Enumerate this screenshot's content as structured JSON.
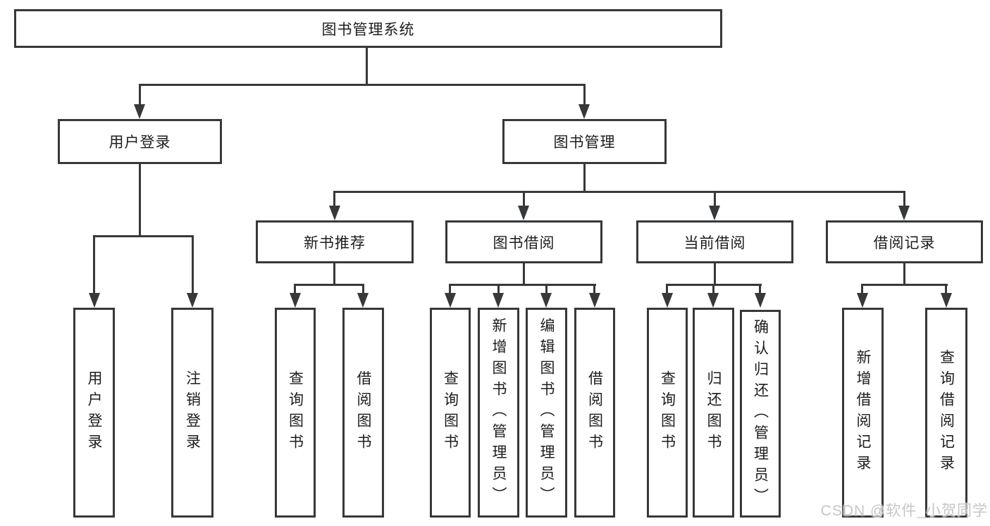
{
  "tree": {
    "root": {
      "label": "图书管理系统"
    },
    "branches": [
      {
        "label": "用户登录",
        "children": [
          {
            "label": "用户登录"
          },
          {
            "label": "注销登录"
          }
        ]
      },
      {
        "label": "图书管理",
        "children": [
          {
            "label": "新书推荐",
            "children": [
              {
                "label": "查询图书"
              },
              {
                "label": "借阅图书"
              }
            ]
          },
          {
            "label": "图书借阅",
            "children": [
              {
                "label": "查询图书"
              },
              {
                "label": "新增图书（管理员）"
              },
              {
                "label": "编辑图书（管理员）"
              },
              {
                "label": "借阅图书"
              }
            ]
          },
          {
            "label": "当前借阅",
            "children": [
              {
                "label": "查询图书"
              },
              {
                "label": "归还图书"
              },
              {
                "label": "确认归还（管理员）"
              }
            ]
          },
          {
            "label": "借阅记录",
            "children": [
              {
                "label": "新增借阅记录"
              },
              {
                "label": "查询借阅记录"
              }
            ]
          }
        ]
      }
    ]
  },
  "watermark": "CSDN @软件_小贺同学",
  "colors": {
    "line": "#36383a",
    "box_border": "#36383a",
    "text": "#1d1d1f",
    "background": "#ffffff",
    "watermark": "#c6c6c6"
  }
}
